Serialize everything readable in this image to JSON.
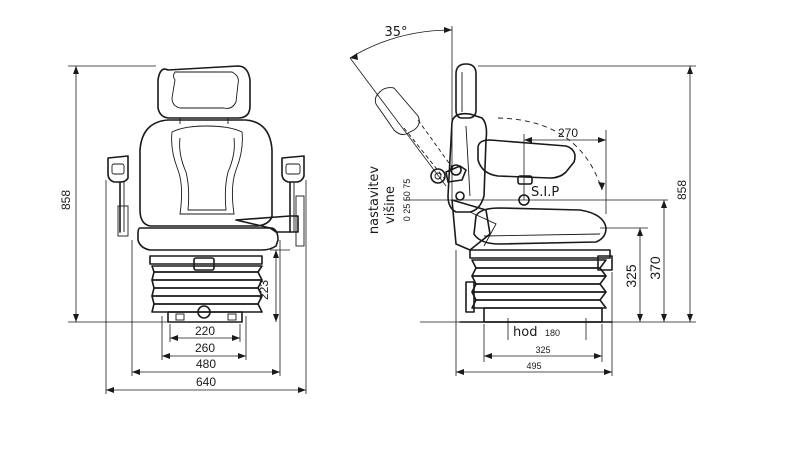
{
  "front_view": {
    "height_label": "858",
    "stroke_label": "223",
    "width_labels": [
      "220",
      "260",
      "480",
      "640"
    ]
  },
  "side_view": {
    "angle_label": "35°",
    "seat_depth_label": "270",
    "sip_label": "S.I.P",
    "height_labels": [
      "325",
      "370",
      "858"
    ],
    "hod_label": "hod",
    "hod_value": "180",
    "base_width_label": "325",
    "overall_depth_label": "495",
    "height_adjust_title": "nastavitev",
    "height_adjust_title2": "višine",
    "height_adjust_values": "0 25 50 75"
  }
}
